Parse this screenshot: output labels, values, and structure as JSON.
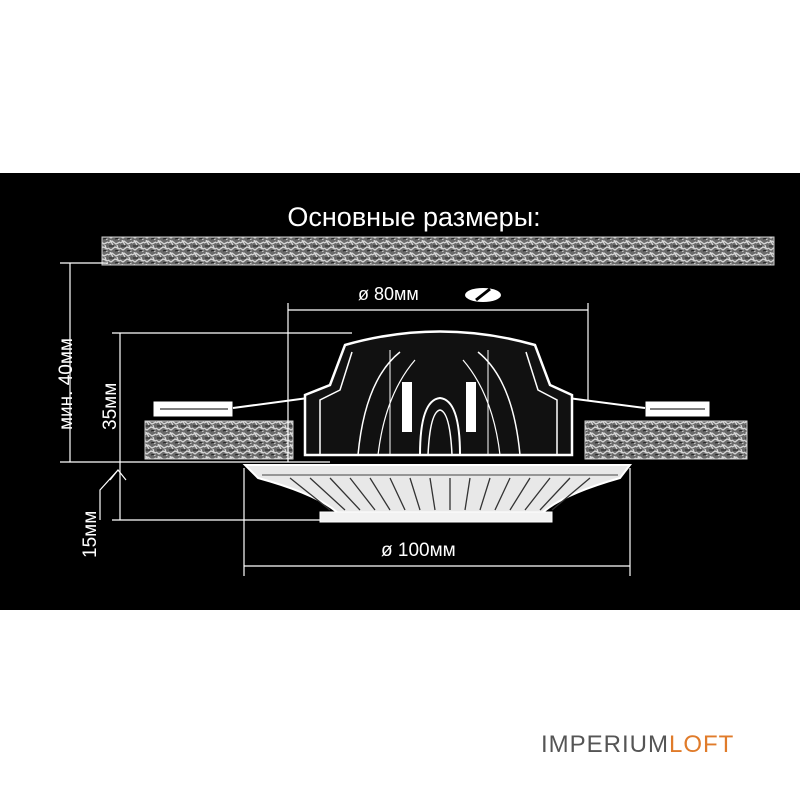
{
  "title": "Основные размеры:",
  "dimensions": {
    "inner_diameter": "ø 80мм",
    "outer_diameter": "ø 100мм",
    "min_depth": "мин. 40мм",
    "body_height": "35мм",
    "flange_height": "15мм"
  },
  "watermark": {
    "part1": "IMPERIUM",
    "part2": "LOFT",
    "part1_color": "#555555",
    "part2_color": "#e07b2a"
  },
  "icons": [
    "screwdriver-icon"
  ]
}
